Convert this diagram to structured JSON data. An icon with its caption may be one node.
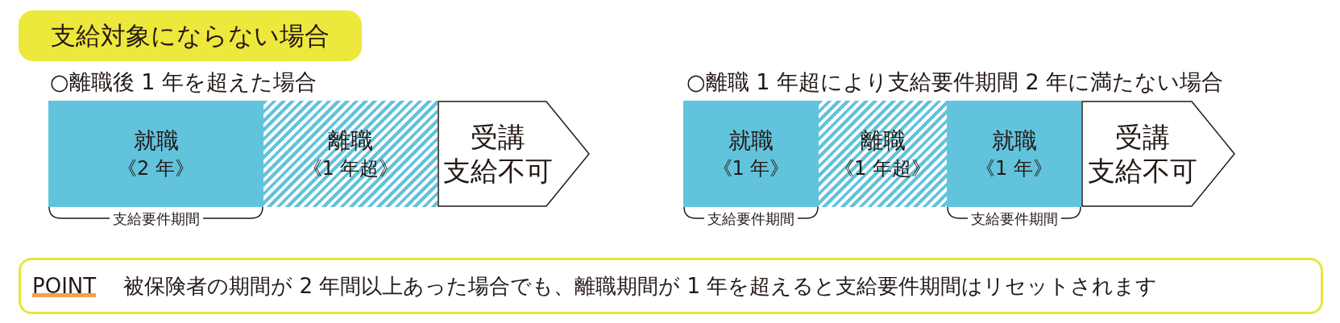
{
  "diagram": {
    "title": "支給対象にならない場合",
    "nodes": [
      {
        "text": [
          "就職",
          "《2 年》"
        ],
        "beside": [
          "支給要件期間"
        ]
      },
      {
        "text": [
          "離職",
          "《1 年超》"
        ]
      },
      {
        "text": [
          "受講",
          "支給不可"
        ]
      },
      {
        "text": [
          "就職",
          "《1 年》"
        ],
        "beside": [
          "支給要件期間"
        ]
      },
      {
        "text": [
          "離職",
          "《1 年超》"
        ]
      },
      {
        "text": [
          "就職",
          "《1 年》"
        ],
        "beside": [
          "支給要件期間"
        ]
      },
      {
        "text": [
          "受講",
          "支給不可"
        ]
      },
      {
        "text": [
          "POINT",
          "被保険者の期間が 2 年間以上あった場合でも、離職期間が 1 年を超えると支給要件期間はリセットされます"
        ]
      }
    ],
    "labels": [
      "○離職後 1 年を超えた場合",
      "○離職 1 年超により支給要件期間 2 年に満たない場合"
    ]
  }
}
